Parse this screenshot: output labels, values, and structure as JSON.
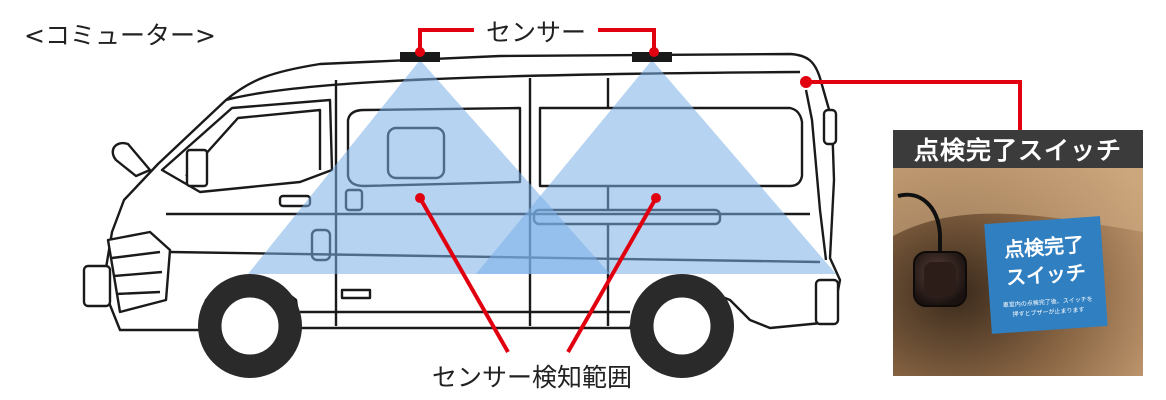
{
  "header": {
    "vehicle_label": "<コミューター>"
  },
  "labels": {
    "sensor": "センサー",
    "detection_range": "センサー検知範囲",
    "switch_title": "点検完了スイッチ"
  },
  "switch_photo": {
    "sticker_line1": "点検完了",
    "sticker_line2": "スイッチ",
    "sticker_note_line1": "車室内の点検完了後、スイッチを",
    "sticker_note_line2": "押すとブザーが止まります"
  },
  "colors": {
    "callout": "#e00010",
    "detection": "#7aaee8",
    "sticker": "#2f7fc1"
  }
}
